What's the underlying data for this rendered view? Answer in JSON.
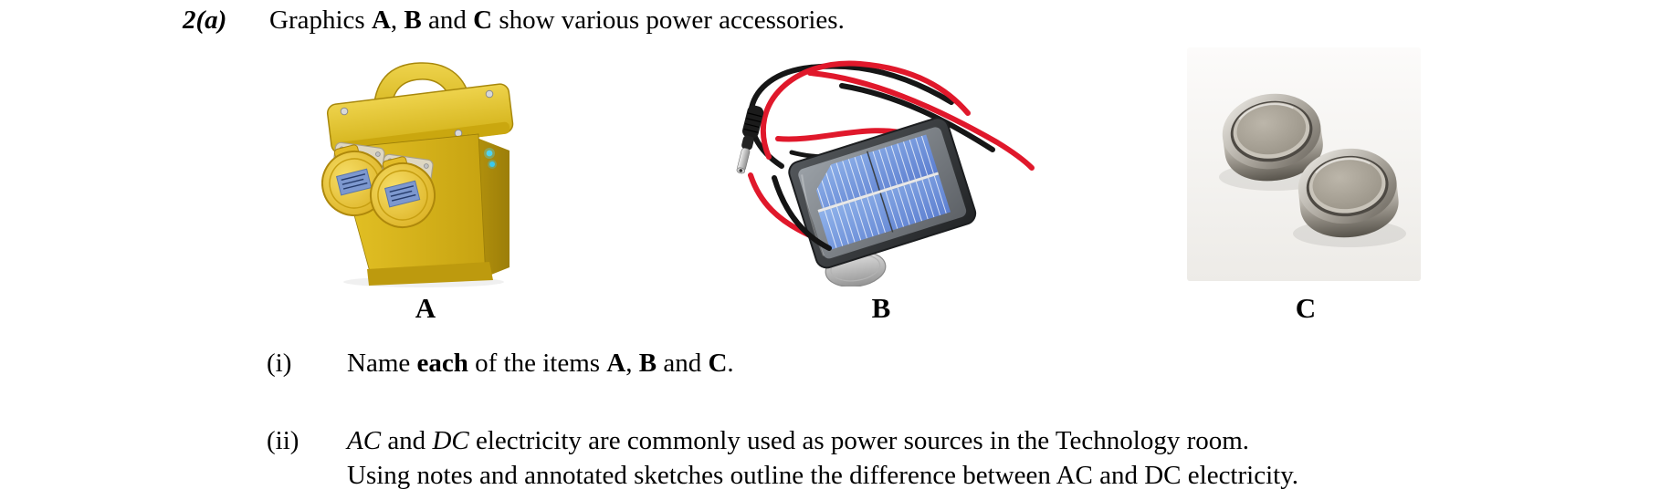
{
  "page": {
    "background_color": "#ffffff",
    "text_color": "#000000"
  },
  "question": {
    "number": "2(a)",
    "intro_segments": {
      "s1": "Graphics ",
      "s2": "A",
      "s3": ", ",
      "s4": "B",
      "s5": " and ",
      "s6": "C",
      "s7": " show various power accessories."
    }
  },
  "figures": {
    "a": {
      "label": "A",
      "image": "portable-site-transformer-photo",
      "body_color": "#d6b41a",
      "socket_label_color": "#7d98cf",
      "led_color": "#4fd4f4"
    },
    "b": {
      "label": "B",
      "image": "mini-solar-panel-with-wires-photo",
      "frame_color": "#2f3234",
      "cell_color": "#6f8fd8",
      "wire_red": "#e0182b",
      "wire_black": "#1a1a1a"
    },
    "c": {
      "label": "C",
      "image": "button-cell-batteries-photo",
      "metal_color": "#b5afa5"
    }
  },
  "parts": {
    "i": {
      "number": "(i)",
      "segments": {
        "s1": "Name ",
        "s2": "each",
        "s3": " of the items ",
        "s4": "A",
        "s5": ", ",
        "s6": "B",
        "s7": " and ",
        "s8": "C",
        "s9": "."
      }
    },
    "ii": {
      "number": "(ii)",
      "line1_segments": {
        "s1": "AC",
        "s2": " and ",
        "s3": "DC",
        "s4": " electricity are commonly used as power sources in the Technology room."
      },
      "line2": "Using notes and annotated sketches outline the difference between AC and DC electricity."
    }
  }
}
